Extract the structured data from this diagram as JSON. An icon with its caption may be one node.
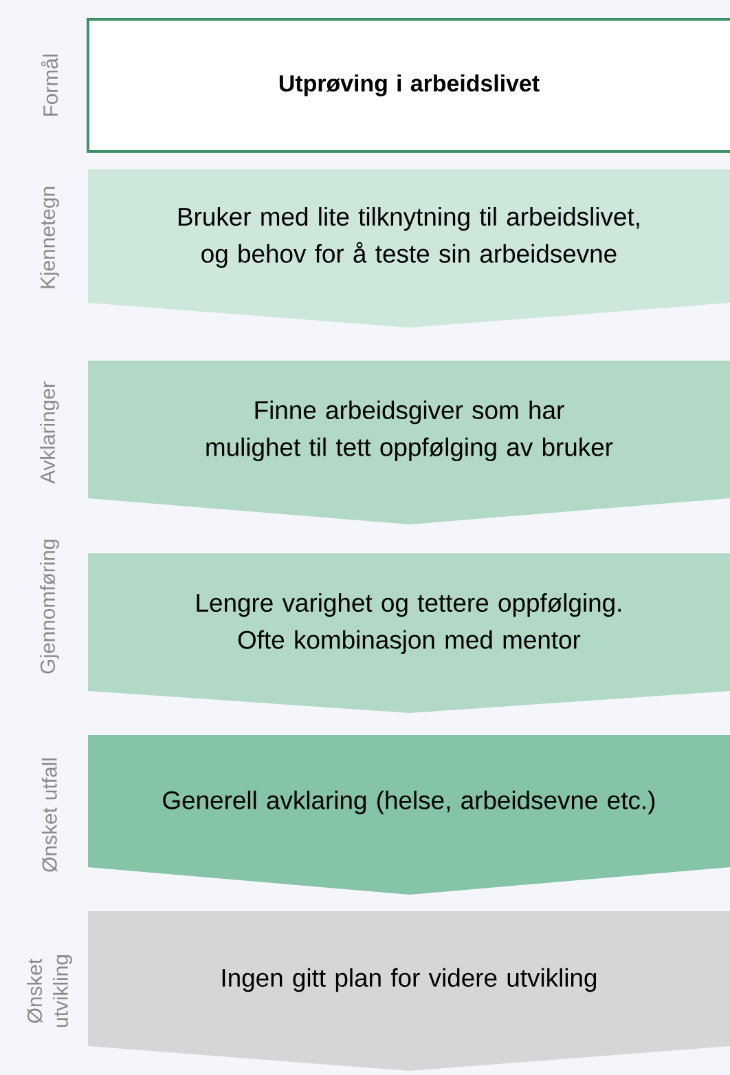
{
  "diagram": {
    "nodes": [
      {
        "text": [
          "Utprøving i arbeidslivet"
        ],
        "beside": [
          "Formål"
        ]
      },
      {
        "text": [
          "Bruker med lite tilknytning til arbeidslivet, og behov for å teste sin arbeidsevne"
        ],
        "beside": [
          "Kjennetegn"
        ]
      },
      {
        "text": [
          "Finne arbeidsgiver som har mulighet til tett oppfølging av bruker"
        ],
        "beside": [
          "Avklaringer"
        ]
      },
      {
        "text": [
          "Lengre varighet og tettere oppfølging. Ofte kombinasjon med mentor"
        ],
        "beside": [
          "Gjennomføring"
        ]
      },
      {
        "text": [
          "Generell avklaring (helse, arbeidsevne etc.)"
        ],
        "beside": [
          "Ønsket utfall"
        ]
      },
      {
        "text": [
          "Ingen gitt plan for videre utvikling"
        ],
        "beside": [
          "Ønsket utvikling"
        ]
      }
    ]
  }
}
